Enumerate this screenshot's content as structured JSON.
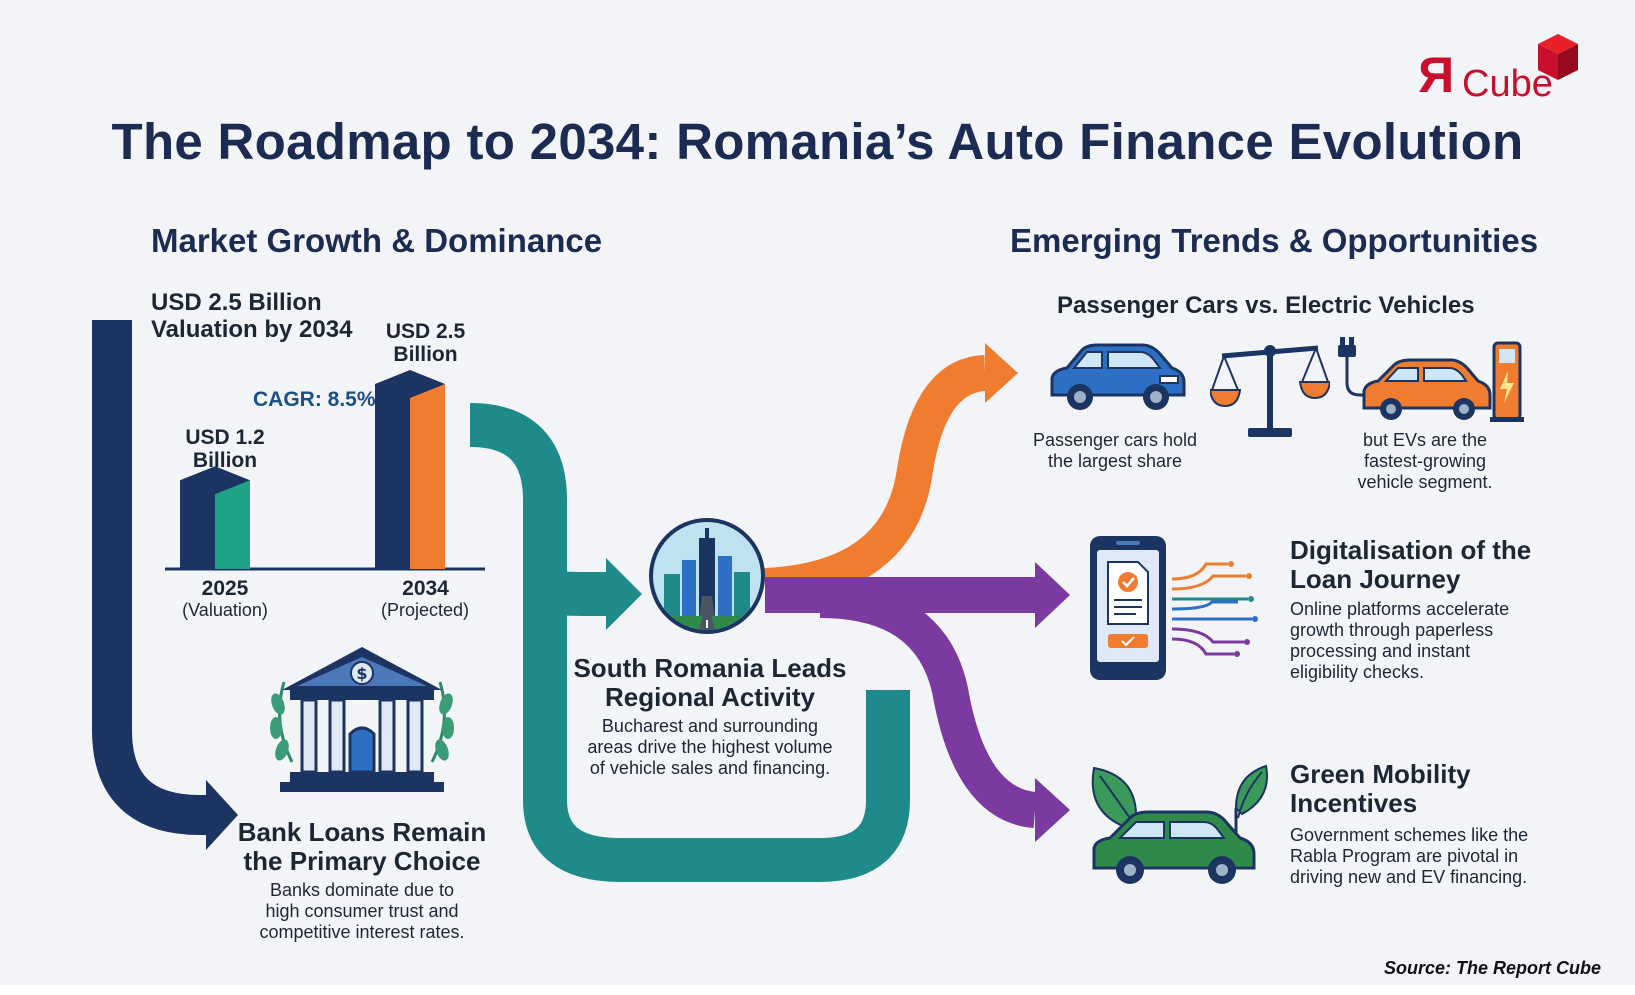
{
  "title": "The Roadmap to 2034: Romania’s Auto Finance Evolution",
  "brand": {
    "mark": "R",
    "name": "Cube"
  },
  "left_section": {
    "heading": "Market Growth & Dominance",
    "valuation_line1": "USD 2.5 Billion",
    "valuation_line2": "Valuation by 2034"
  },
  "chart_data": {
    "type": "bar",
    "categories": [
      "2025",
      "2034"
    ],
    "category_notes": [
      "(Valuation)",
      "(Projected)"
    ],
    "values": [
      1.2,
      2.5
    ],
    "value_labels": [
      "USD 1.2\nBillion",
      "USD 2.5\nBillion"
    ],
    "annotation": "CAGR: 8.5%",
    "units": "USD Billion",
    "colors": {
      "2025": "#1fa386",
      "2034": "#f07c30",
      "bar_dark": "#1b3461"
    }
  },
  "bank": {
    "title_line1": "Bank Loans Remain",
    "title_line2": "the Primary Choice",
    "body_line1": "Banks dominate due to",
    "body_line2": "high consumer trust and",
    "body_line3": "competitive interest rates."
  },
  "south": {
    "title_line1": "South Romania Leads",
    "title_line2": "Regional Activity",
    "body_line1": "Bucharest and surrounding",
    "body_line2": "areas drive the highest volume",
    "body_line3": "of vehicle sales and financing."
  },
  "right_section": {
    "heading": "Emerging Trends & Opportunities"
  },
  "trend1": {
    "heading": "Passenger Cars vs. Electric Vehicles",
    "left_line1": "Passenger cars hold",
    "left_line2": "the largest share",
    "right_line1": "but EVs are the",
    "right_line2": "fastest-growing",
    "right_line3": "vehicle segment."
  },
  "trend2": {
    "title_line1": "Digitalisation of the",
    "title_line2": "Loan Journey",
    "body_line1": "Online platforms accelerate",
    "body_line2": "growth through paperless",
    "body_line3": "processing and instant",
    "body_line4": "eligibility checks."
  },
  "trend3": {
    "title_line1": "Green Mobility",
    "title_line2": "Incentives",
    "body_line1": "Government schemes like the",
    "body_line2": "Rabla Program are pivotal in",
    "body_line3": "driving new and EV financing."
  },
  "icons": [
    "bank-icon",
    "city-icon",
    "car-icon",
    "balance-scale-icon",
    "ev-charging-icon",
    "smartphone-document-icon",
    "leaf-car-icon",
    "cube-logo-icon"
  ],
  "colors": {
    "navy": "#1b3461",
    "teal": "#1e8a8a",
    "orange": "#f07c30",
    "purple": "#7b3aa0",
    "green": "#2f8a4a",
    "blue": "#2d6fc4"
  },
  "source": "Source: The Report Cube"
}
